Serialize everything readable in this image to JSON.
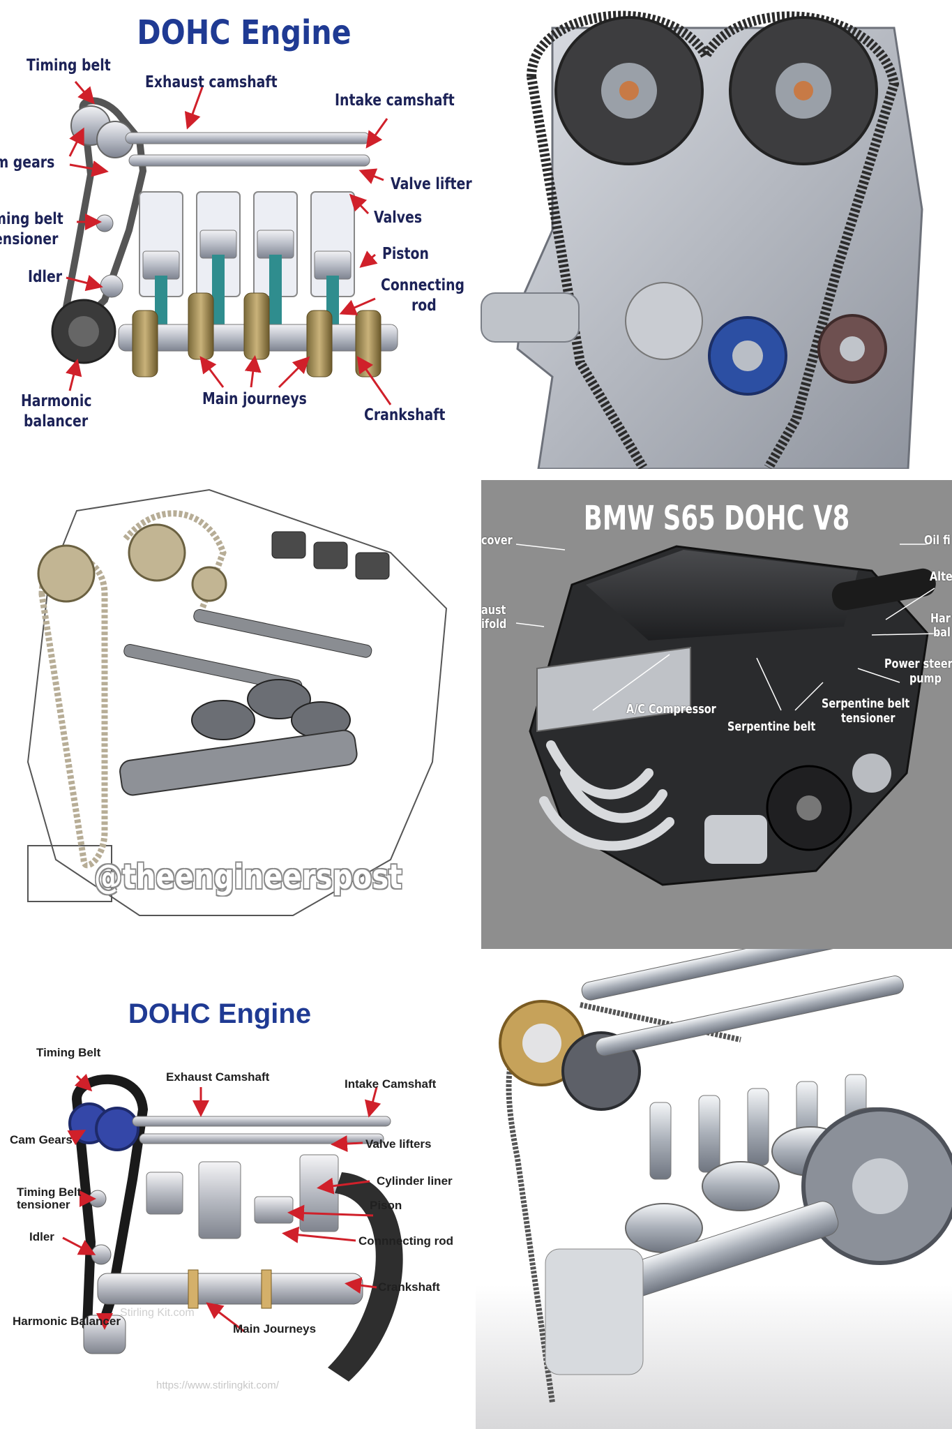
{
  "panel1": {
    "title": "DOHC Engine",
    "labels": {
      "timing_belt": "Timing belt",
      "exhaust_camshaft": "Exhaust camshaft",
      "intake_camshaft": "Intake camshaft",
      "cam_gears": "Cam gears",
      "valve_lifter": "Valve lifter",
      "timing_belt_tensioner_1": "Timing belt",
      "timing_belt_tensioner_2": "tensioner",
      "valves": "Valves",
      "piston": "Piston",
      "idler": "Idler",
      "connecting_rod_1": "Connecting",
      "connecting_rod_2": "rod",
      "harmonic_balancer_1": "Harmonic",
      "harmonic_balancer_2": "balancer",
      "main_journeys": "Main journeys",
      "crankshaft": "Crankshaft"
    }
  },
  "panel3": {
    "watermark": "@theengineerspost"
  },
  "panel4": {
    "title": "BMW S65 DOHC V8",
    "labels": {
      "cover": "cover",
      "oil_filter": "Oil fi",
      "alternator": "Alte",
      "exhaust_manifold_1": "aust",
      "exhaust_manifold_2": "ifold",
      "harmonic_balancer_1": "Har",
      "harmonic_balancer_2": "bal",
      "power_steering_1": "Power steeri",
      "power_steering_2": "pump",
      "ac_compressor": "A/C Compressor",
      "serpentine_belt_tensioner_1": "Serpentine belt",
      "serpentine_belt_tensioner_2": "tensioner",
      "serpentine_belt": "Serpentine belt"
    }
  },
  "panel5": {
    "title": "DOHC Engine",
    "labels": {
      "timing_belt": "Timing Belt",
      "exhaust_camshaft": "Exhaust Camshaft",
      "intake_camshaft": "Intake Camshaft",
      "cam_gears": "Cam Gears",
      "valve_lifters": "Valve lifters",
      "timing_belt_tensioner_1": "Timing Belt",
      "timing_belt_tensioner_2": "tensioner",
      "cylinder_liner": "Cylinder liner",
      "piston": "Pison",
      "idler": "Idler",
      "connecting_rod": "Connnecting rod",
      "crankshaft": "Crankshaft",
      "harmonic_balancer": "Harmonic Balancer",
      "main_journeys": "Main Journeys"
    },
    "watermark": "Stirling Kit.com",
    "url": "https://www.stirlingkit.com/"
  },
  "colors": {
    "title_blue": "#1f3a93",
    "label_navy": "#1c2257",
    "arrow_red": "#d0202a",
    "panel4_bg": "#8e8e8e"
  }
}
